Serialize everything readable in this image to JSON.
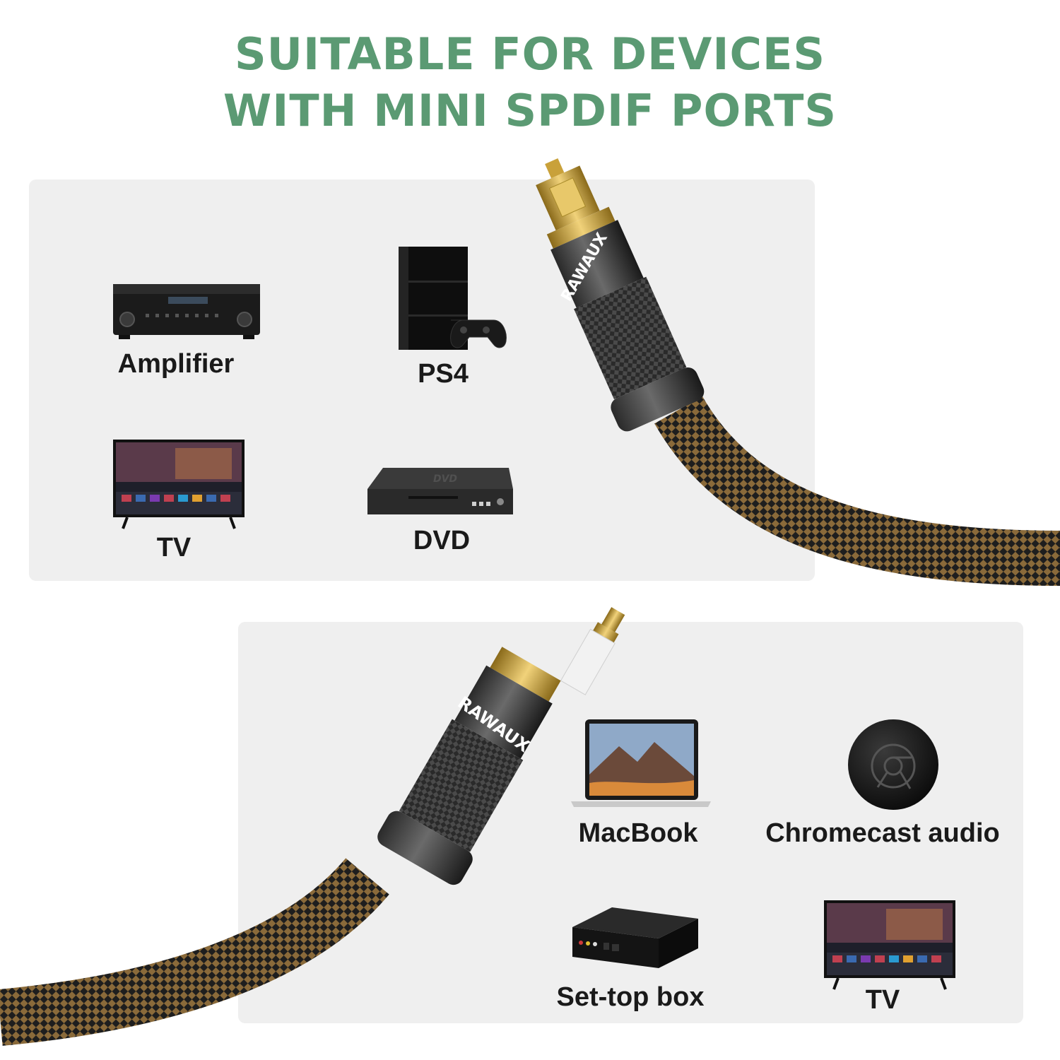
{
  "headline": {
    "line1": "SUITABLE FOR DEVICES",
    "line2": "WITH MINI SPDIF PORTS",
    "color": "#5b9a73"
  },
  "top_panel": {
    "devices": [
      {
        "label": "Amplifier",
        "icon": "amplifier-icon"
      },
      {
        "label": "PS4",
        "icon": "ps4-console-icon"
      },
      {
        "label": "TV",
        "icon": "tv-icon"
      },
      {
        "label": "DVD",
        "icon": "dvd-player-icon"
      }
    ]
  },
  "bottom_panel": {
    "devices": [
      {
        "label": "MacBook",
        "icon": "macbook-icon"
      },
      {
        "label": "Chromecast audio",
        "icon": "chromecast-audio-icon"
      },
      {
        "label": "Set-top box",
        "icon": "set-top-box-icon"
      },
      {
        "label": "TV",
        "icon": "tv-icon"
      }
    ]
  },
  "cable": {
    "brand": "RAWAUX",
    "connector_top": "toslink-connector-icon",
    "connector_bottom": "mini-toslink-connector-icon",
    "gold_color": "#d4a933",
    "braid_color": "#8a6a3a"
  }
}
